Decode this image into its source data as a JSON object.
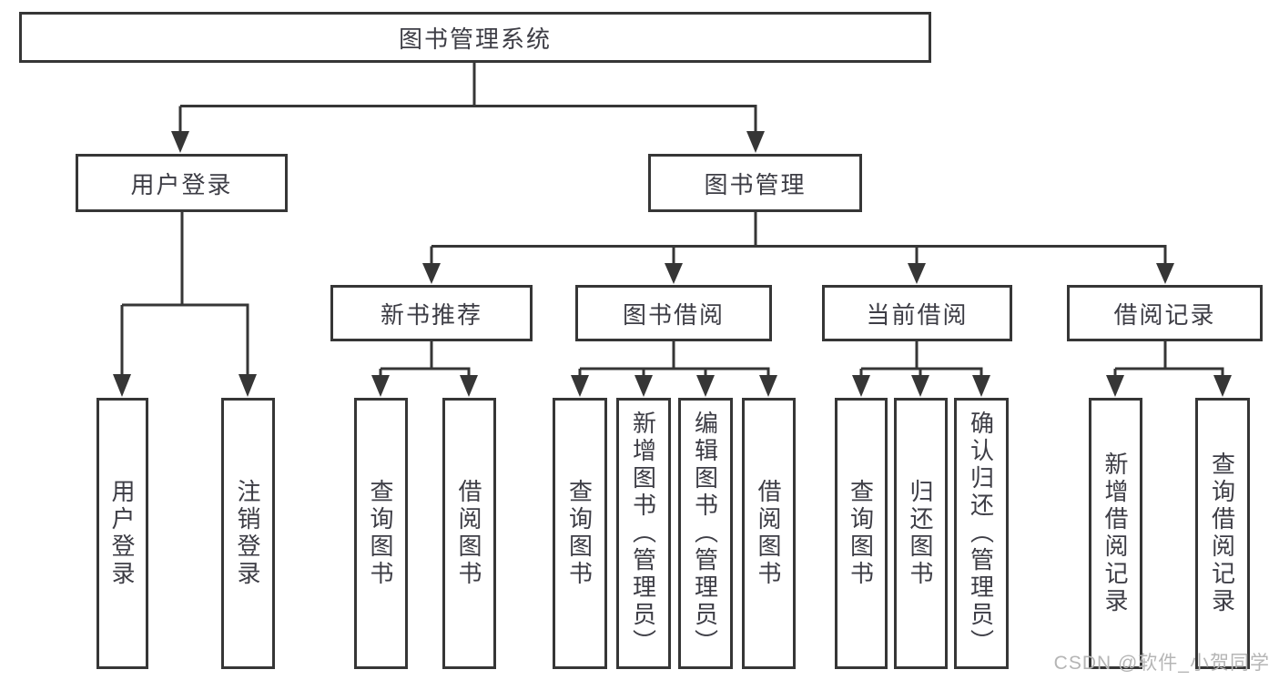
{
  "diagram": {
    "root": {
      "label": "图书管理系统"
    },
    "level2": {
      "user_login": {
        "label": "用户登录"
      },
      "book_management": {
        "label": "图书管理"
      }
    },
    "level3": {
      "new_book_recommend": {
        "label": "新书推荐"
      },
      "book_borrow": {
        "label": "图书借阅"
      },
      "current_borrow": {
        "label": "当前借阅"
      },
      "borrow_records": {
        "label": "借阅记录"
      }
    },
    "leaves": {
      "user_login": [
        "用户登录",
        "注销登录"
      ],
      "new_book_recommend": [
        "查询图书",
        "借阅图书"
      ],
      "book_borrow": [
        "查询图书",
        "新增图书（管理员）",
        "编辑图书（管理员）",
        "借阅图书"
      ],
      "current_borrow": [
        "查询图书",
        "归还图书",
        "确认归还（管理员）"
      ],
      "borrow_records": [
        "新增借阅记录",
        "查询借阅记录"
      ]
    }
  },
  "watermark": {
    "text": "CSDN @软件_小贺同学"
  },
  "colors": {
    "line": "#363636",
    "text": "#3d3d45",
    "watermark": "#b5b5b5",
    "background": "#ffffff"
  }
}
